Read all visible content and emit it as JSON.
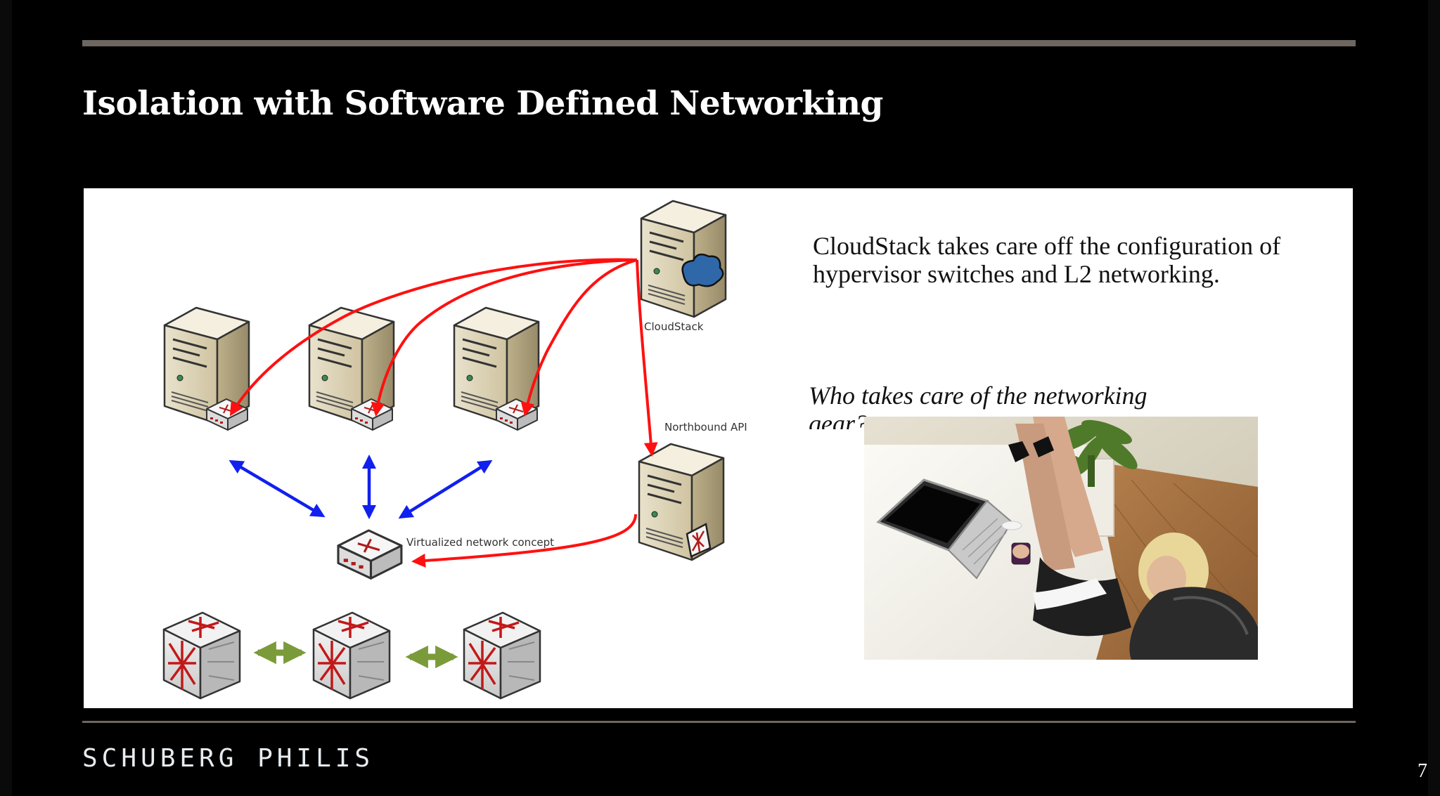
{
  "slide": {
    "title": "Isolation with Software Defined Networking",
    "page_number": "7",
    "brand": "SCHUBERG PHILIS"
  },
  "diagram": {
    "labels": {
      "cloudstack": "CloudStack",
      "northbound_api": "Northbound API",
      "virtualized_network": "Virtualized network concept"
    },
    "colors": {
      "control_arrows": "#ff1010",
      "virtual_links": "#1020ee",
      "physical_links": "#7b9b3a"
    }
  },
  "content": {
    "statement": "CloudStack takes care off the configuration of hypervisor switches and L2 networking.",
    "question": "Who takes care of the networking gear?"
  }
}
